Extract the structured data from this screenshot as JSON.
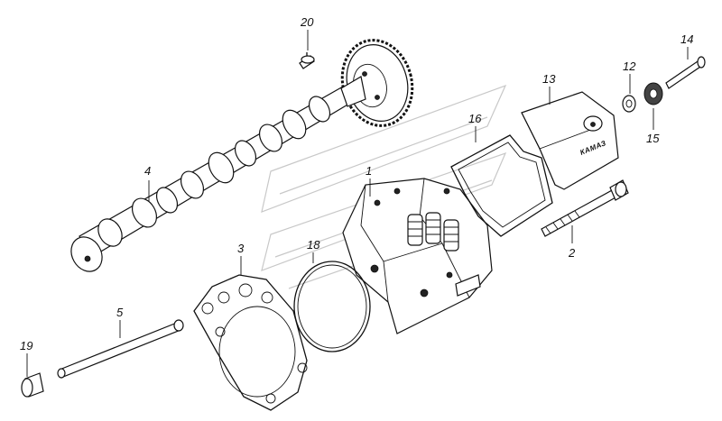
{
  "diagram": {
    "brand_mark": "КАМАЗ",
    "callouts": [
      {
        "id": "part-1",
        "label": "1"
      },
      {
        "id": "part-2",
        "label": "2"
      },
      {
        "id": "part-3",
        "label": "3"
      },
      {
        "id": "part-4",
        "label": "4"
      },
      {
        "id": "part-5",
        "label": "5"
      },
      {
        "id": "part-12",
        "label": "12"
      },
      {
        "id": "part-13",
        "label": "13"
      },
      {
        "id": "part-14",
        "label": "14"
      },
      {
        "id": "part-15",
        "label": "15"
      },
      {
        "id": "part-16",
        "label": "16"
      },
      {
        "id": "part-18",
        "label": "18"
      },
      {
        "id": "part-19",
        "label": "19"
      },
      {
        "id": "part-20",
        "label": "20"
      }
    ],
    "colors": {
      "ink": "#111111",
      "watermark": "#c8c8c8",
      "background": "#ffffff"
    }
  }
}
